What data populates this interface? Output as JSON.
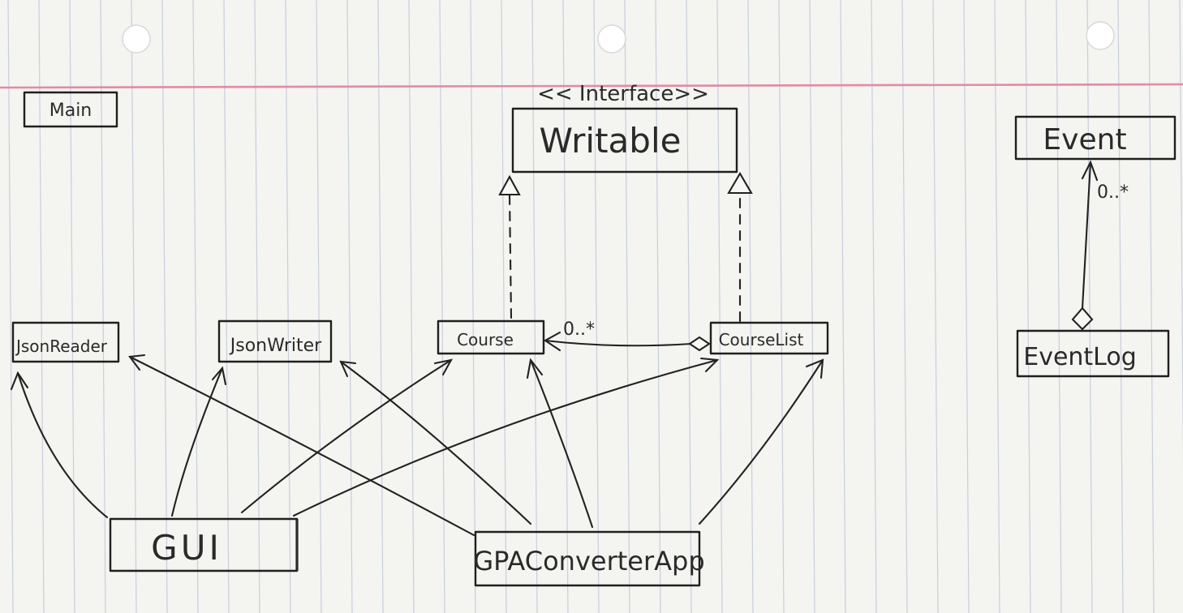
{
  "diagram": {
    "stereotype": "<< Interface>>",
    "classes": {
      "main": "Main",
      "writable": "Writable",
      "event": "Event",
      "eventlog": "EventLog",
      "jsonreader": "JsonReader",
      "jsonwriter": "JsonWriter",
      "course": "Course",
      "courselist": "CourseList",
      "gui": "GUI",
      "gpaconverterapp": "GPAConverterApp"
    },
    "multiplicities": {
      "courselist_course": "0..*",
      "eventlog_event": "0..*"
    },
    "relations": [
      {
        "from": "course",
        "to": "writable",
        "kind": "realization"
      },
      {
        "from": "courselist",
        "to": "writable",
        "kind": "realization"
      },
      {
        "from": "courselist",
        "to": "course",
        "kind": "aggregation"
      },
      {
        "from": "eventlog",
        "to": "event",
        "kind": "aggregation"
      },
      {
        "from": "gui",
        "to": "jsonreader",
        "kind": "association"
      },
      {
        "from": "gui",
        "to": "jsonwriter",
        "kind": "association"
      },
      {
        "from": "gui",
        "to": "course",
        "kind": "association"
      },
      {
        "from": "gui",
        "to": "courselist",
        "kind": "association"
      },
      {
        "from": "gpaconverterapp",
        "to": "jsonreader",
        "kind": "association"
      },
      {
        "from": "gpaconverterapp",
        "to": "jsonwriter",
        "kind": "association"
      },
      {
        "from": "gpaconverterapp",
        "to": "course",
        "kind": "association"
      },
      {
        "from": "gpaconverterapp",
        "to": "courselist",
        "kind": "association"
      }
    ],
    "colors": {
      "paper": "#f4f4f1",
      "rule_line": "#b9c3d4",
      "margin_line": "#e28aa8",
      "ink": "#222222"
    }
  }
}
